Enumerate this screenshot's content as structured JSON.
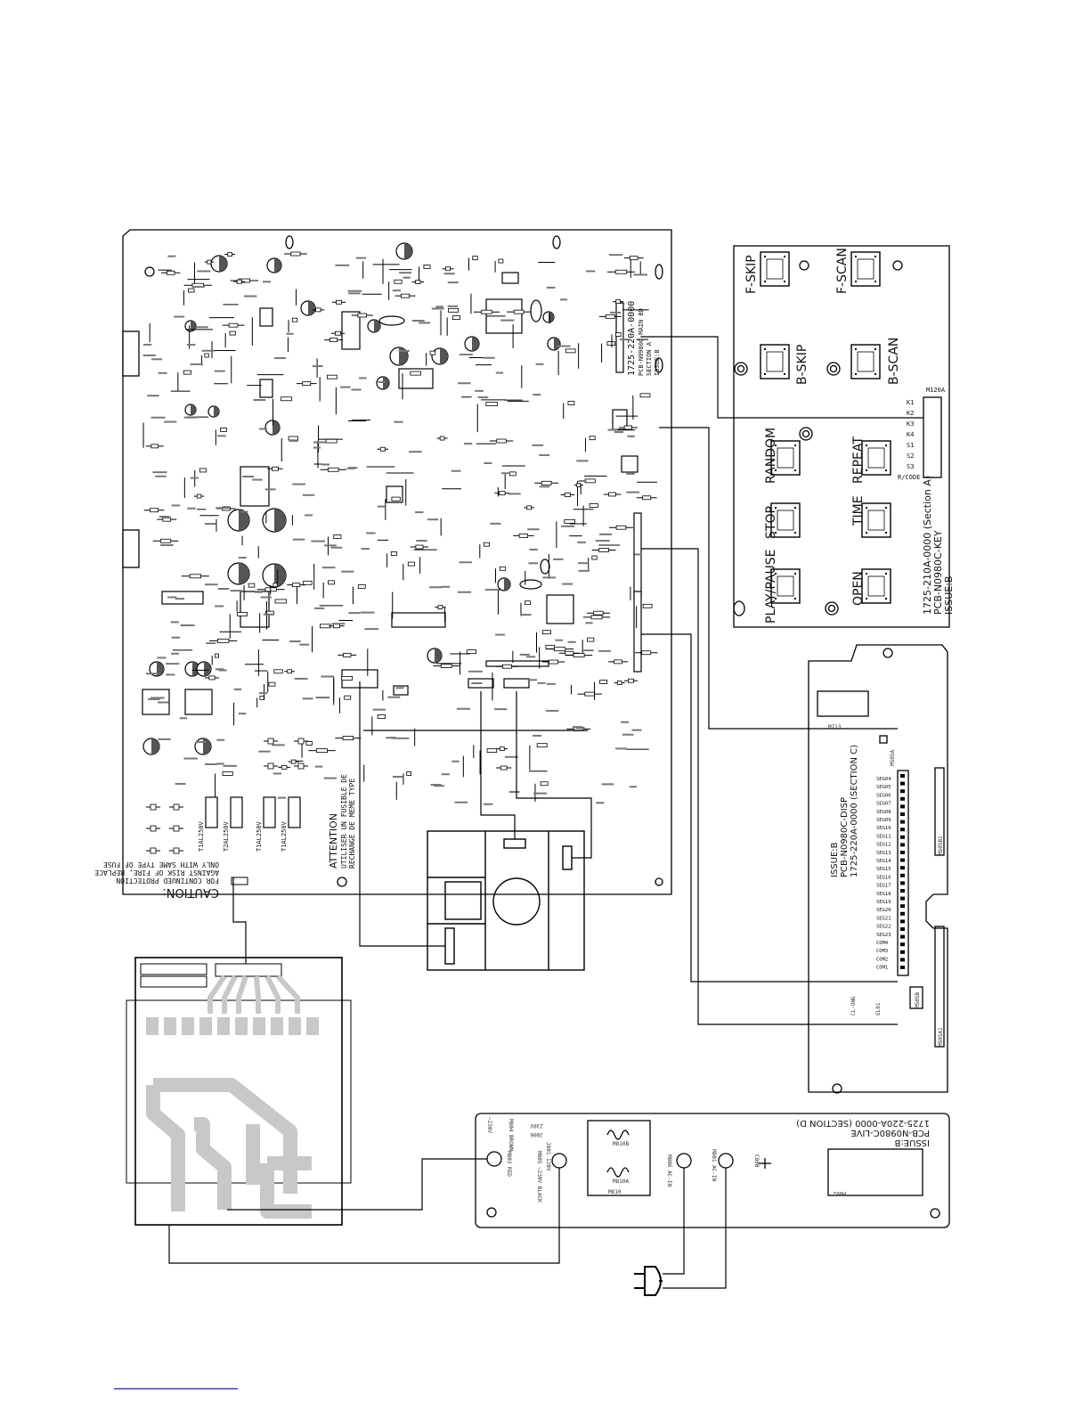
{
  "main_board": {
    "code": "1725-220A-0000",
    "pcb": "PCB-N0980C-MAIN BD",
    "section": "SECTION A",
    "issue": "ISSUE:B",
    "caution": [
      "CAUTION:",
      "FOR CONTINUED PROTECTION",
      "AGAINST RISK OF FIRE, REPLACE",
      "ONLY WITH SAME TYPE OF FUSE"
    ],
    "attention": [
      "ATTENTION",
      "UTILISER UN FUSIBLE DE",
      "RECHANGE DE MEME TYPE"
    ],
    "fuse_ratings": [
      "T1AL250V",
      "T2AL250V",
      "T1AL250V",
      "T1AL250V"
    ]
  },
  "key_board": {
    "code": "1725-210A-0000 (Section A)",
    "pcb": "PCB-N0980C-KEY",
    "issue": "ISSUE:B",
    "keys": [
      "F-SKIP",
      "F-SCAN",
      "B-SKIP",
      "B-SCAN",
      "RANDOM",
      "REPEAT",
      "PLAY/PAUSE",
      "STOP",
      "TIME",
      "OPEN"
    ],
    "connector": "M120A",
    "pins": [
      "K1",
      "K2",
      "K3",
      "K4",
      "S1",
      "S2",
      "S3",
      "R/CODE"
    ]
  },
  "display_board": {
    "code": "1725-220A-0000 (SECTION C)",
    "pcb": "PCB-N0980C-DISP",
    "issue": "ISSUE:B",
    "segments": [
      "SEG04",
      "SEG05",
      "SEG06",
      "SEG07",
      "SEG08",
      "SEG09",
      "SEG10",
      "SEG11",
      "SEG12",
      "SEG13",
      "SEG14",
      "SEG15",
      "SEG16",
      "SEG17",
      "SEG18",
      "SEG19",
      "SEG20",
      "SEG21",
      "SEG22",
      "SEG23",
      "COM4",
      "COM3",
      "COM2",
      "COM1"
    ],
    "connectors": [
      "M713",
      "M505A",
      "M505B1",
      "M505A1",
      "M505B",
      "EL01",
      "CL-ONG"
    ]
  },
  "line_board": {
    "code": "1725-220A-0000 (SECTION D)",
    "pcb": "PCB-N0980C-LIVE",
    "issue": "ISSUE:B",
    "labels": [
      "M804 BROWN",
      "~230V",
      "230V",
      "J800",
      "J801 120V",
      "M803 RED",
      "M805 ~230V BLACK",
      "M810B",
      "M810A",
      "M810",
      "M806 AC-IN",
      "M801 AC-IN",
      "C800",
      "M802"
    ]
  }
}
